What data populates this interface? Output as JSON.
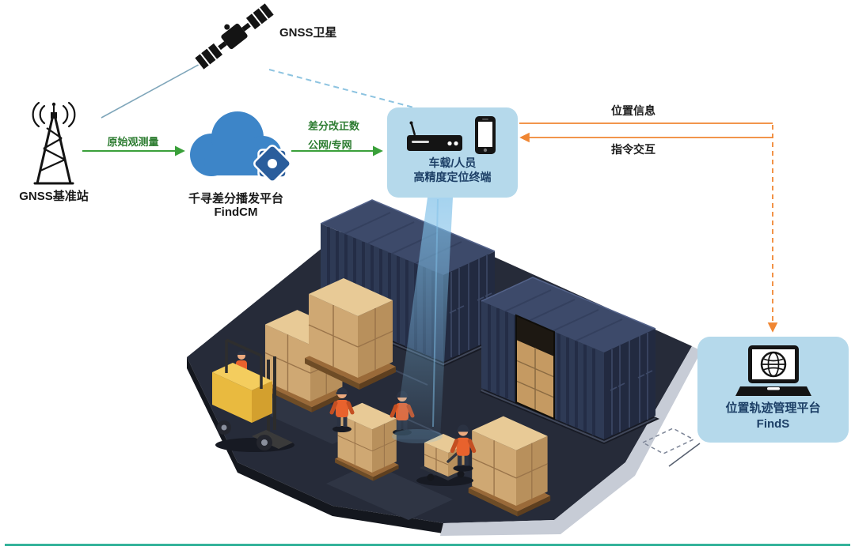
{
  "nodes": {
    "satellite": {
      "label": "GNSS卫星"
    },
    "base_station": {
      "label": "GNSS基准站"
    },
    "cloud": {
      "title": "千寻差分播发平台",
      "subtitle": "FindCM"
    },
    "terminal": {
      "line1": "车载/人员",
      "line2": "高精度定位终端"
    },
    "finds": {
      "title": "位置轨迹管理平台",
      "subtitle": "FindS"
    }
  },
  "edges": {
    "raw_observation": {
      "label": "原始观测量"
    },
    "diff_correction": {
      "line1": "差分改正数",
      "line2": "公网/专网"
    },
    "position_info": {
      "label": "位置信息"
    },
    "command_interaction": {
      "label": "指令交互"
    }
  },
  "icons": {
    "satellite": "gnss-satellite-icon",
    "base_station": "radio-tower-icon",
    "cloud_platform": "cloud-gear-icon",
    "terminal_device": "vehicle-terminal-icon",
    "terminal_phone": "smartphone-icon",
    "finds_platform": "laptop-globe-icon"
  },
  "colors": {
    "green_arrow": "#3aa03a",
    "green_label": "#2e7d32",
    "orange_arrow": "#f08632",
    "edge_label": "#1a1a1a",
    "blue_line": "#7fa6ba",
    "blue_dashed": "#8cc3e0",
    "node_box_bg": "#b5d9eb",
    "node_box_text": "#1c3f66",
    "cloud_blue": "#3d85c8",
    "gear_blue": "#2a5d9c",
    "beam_blue": "#7fc0e8",
    "bottom_rule_teal": "#35b39b"
  }
}
